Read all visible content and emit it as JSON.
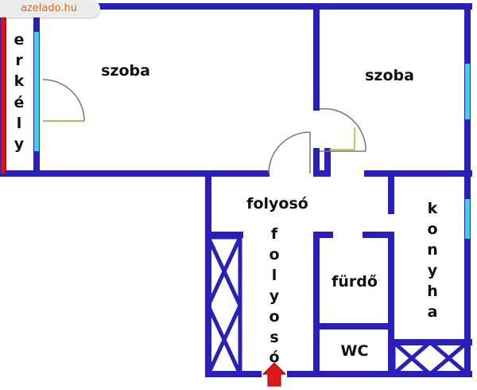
{
  "watermark": "azelado.hu",
  "rooms": {
    "room_left": "szoba",
    "room_right": "szoba",
    "balcony": [
      "e",
      "r",
      "k",
      "é",
      "l",
      "y"
    ],
    "hallway_horizontal": "folyosó",
    "hallway_vertical": [
      "f",
      "o",
      "l",
      "y",
      "o",
      "s",
      "ó"
    ],
    "kitchen": [
      "k",
      "o",
      "n",
      "y",
      "h",
      "a"
    ],
    "bathroom": "fürdő",
    "toilet": "WC"
  },
  "colors": {
    "wall": "#2a1fb8",
    "window": "#3fd0e6",
    "balcony_edge": "#e01010",
    "entrance_arrow": "#e01818",
    "door": "#666666",
    "watermark_text": "#e06a1a"
  },
  "icons": {
    "entrance": "up-arrow-icon"
  }
}
